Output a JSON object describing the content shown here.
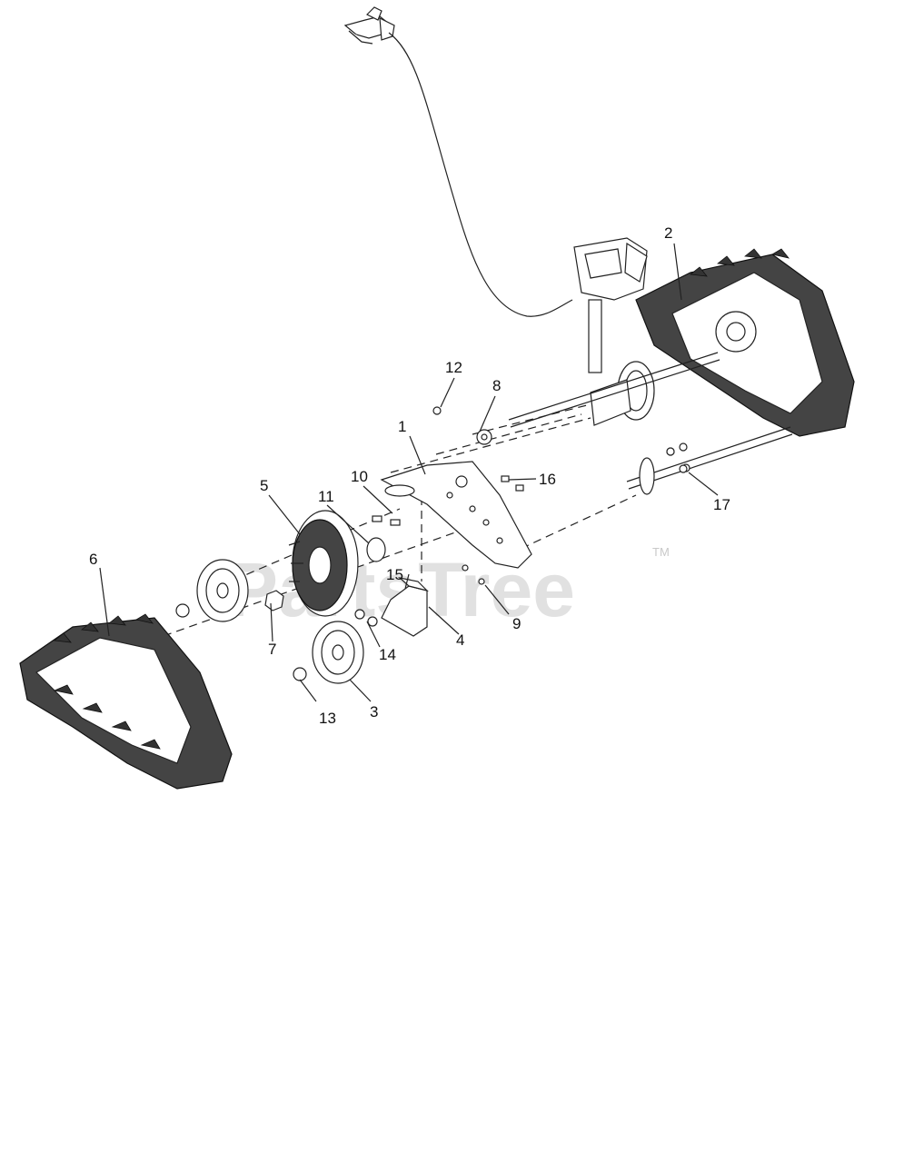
{
  "watermark": {
    "brand": "PartsTree",
    "trademark": "TM"
  },
  "callouts": [
    {
      "id": "callout-1",
      "text": "1"
    },
    {
      "id": "callout-2",
      "text": "2"
    },
    {
      "id": "callout-3",
      "text": "3"
    },
    {
      "id": "callout-4",
      "text": "4"
    },
    {
      "id": "callout-5",
      "text": "5"
    },
    {
      "id": "callout-6",
      "text": "6"
    },
    {
      "id": "callout-7",
      "text": "7"
    },
    {
      "id": "callout-8",
      "text": "8"
    },
    {
      "id": "callout-9",
      "text": "9"
    },
    {
      "id": "callout-10",
      "text": "10"
    },
    {
      "id": "callout-11",
      "text": "11"
    },
    {
      "id": "callout-12",
      "text": "12"
    },
    {
      "id": "callout-13",
      "text": "13"
    },
    {
      "id": "callout-14",
      "text": "14"
    },
    {
      "id": "callout-15",
      "text": "15"
    },
    {
      "id": "callout-16",
      "text": "16"
    },
    {
      "id": "callout-17",
      "text": "17"
    }
  ]
}
